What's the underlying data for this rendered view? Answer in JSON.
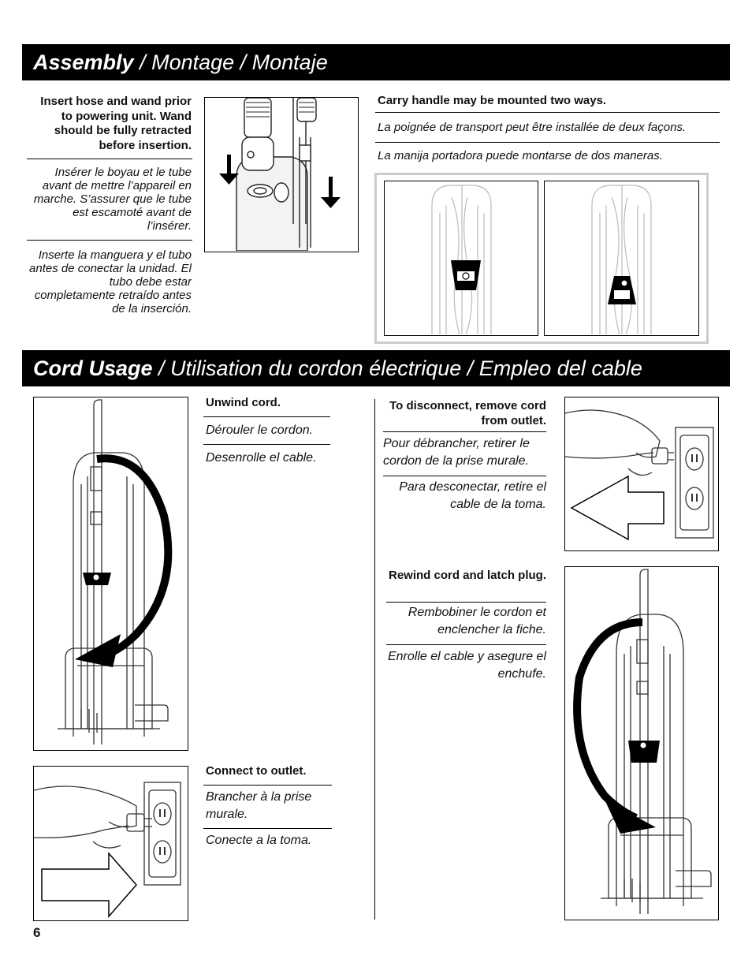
{
  "assembly": {
    "title_bold": "Assembly",
    "title_rest": " / Montage / Montaje",
    "hose_en": "Insert hose and wand prior to powering unit. Wand should be fully retracted before insertion.",
    "hose_fr": "Insérer le boyau et le tube avant de mettre l’appareil en marche.  S’assurer que le tube est escamoté avant de l’insérer.",
    "hose_es": "Inserte la manguera y el tubo antes de conectar la unidad.  El tubo debe estar completamente retraído antes de la inserción.",
    "handle_en": "Carry handle may be mounted two ways.",
    "handle_fr": "La poignée de transport peut être installée de deux façons.",
    "handle_es": "La manija portadora puede montarse de dos maneras."
  },
  "cord": {
    "title_bold": "Cord Usage",
    "title_rest": " / Utilisation du cordon électrique / Empleo del cable",
    "unwind_en": "Unwind cord.",
    "unwind_fr": "Dérouler le cordon.",
    "unwind_es": "Desenrolle el cable.",
    "connect_en": "Connect to outlet.",
    "connect_fr": "Brancher à la prise murale.",
    "connect_es": "Conecte a la toma.",
    "disconnect_en": "To disconnect, remove cord from outlet.",
    "disconnect_fr": "Pour débrancher, retirer le cordon de la prise murale.",
    "disconnect_es": "Para desconectar, retire el cable de la toma.",
    "rewind_en": "Rewind cord and latch plug.",
    "rewind_fr": "Rembobiner le cordon et enclencher la fiche.",
    "rewind_es": "Enrolle el cable y asegure el enchufe."
  },
  "page_number": "6"
}
